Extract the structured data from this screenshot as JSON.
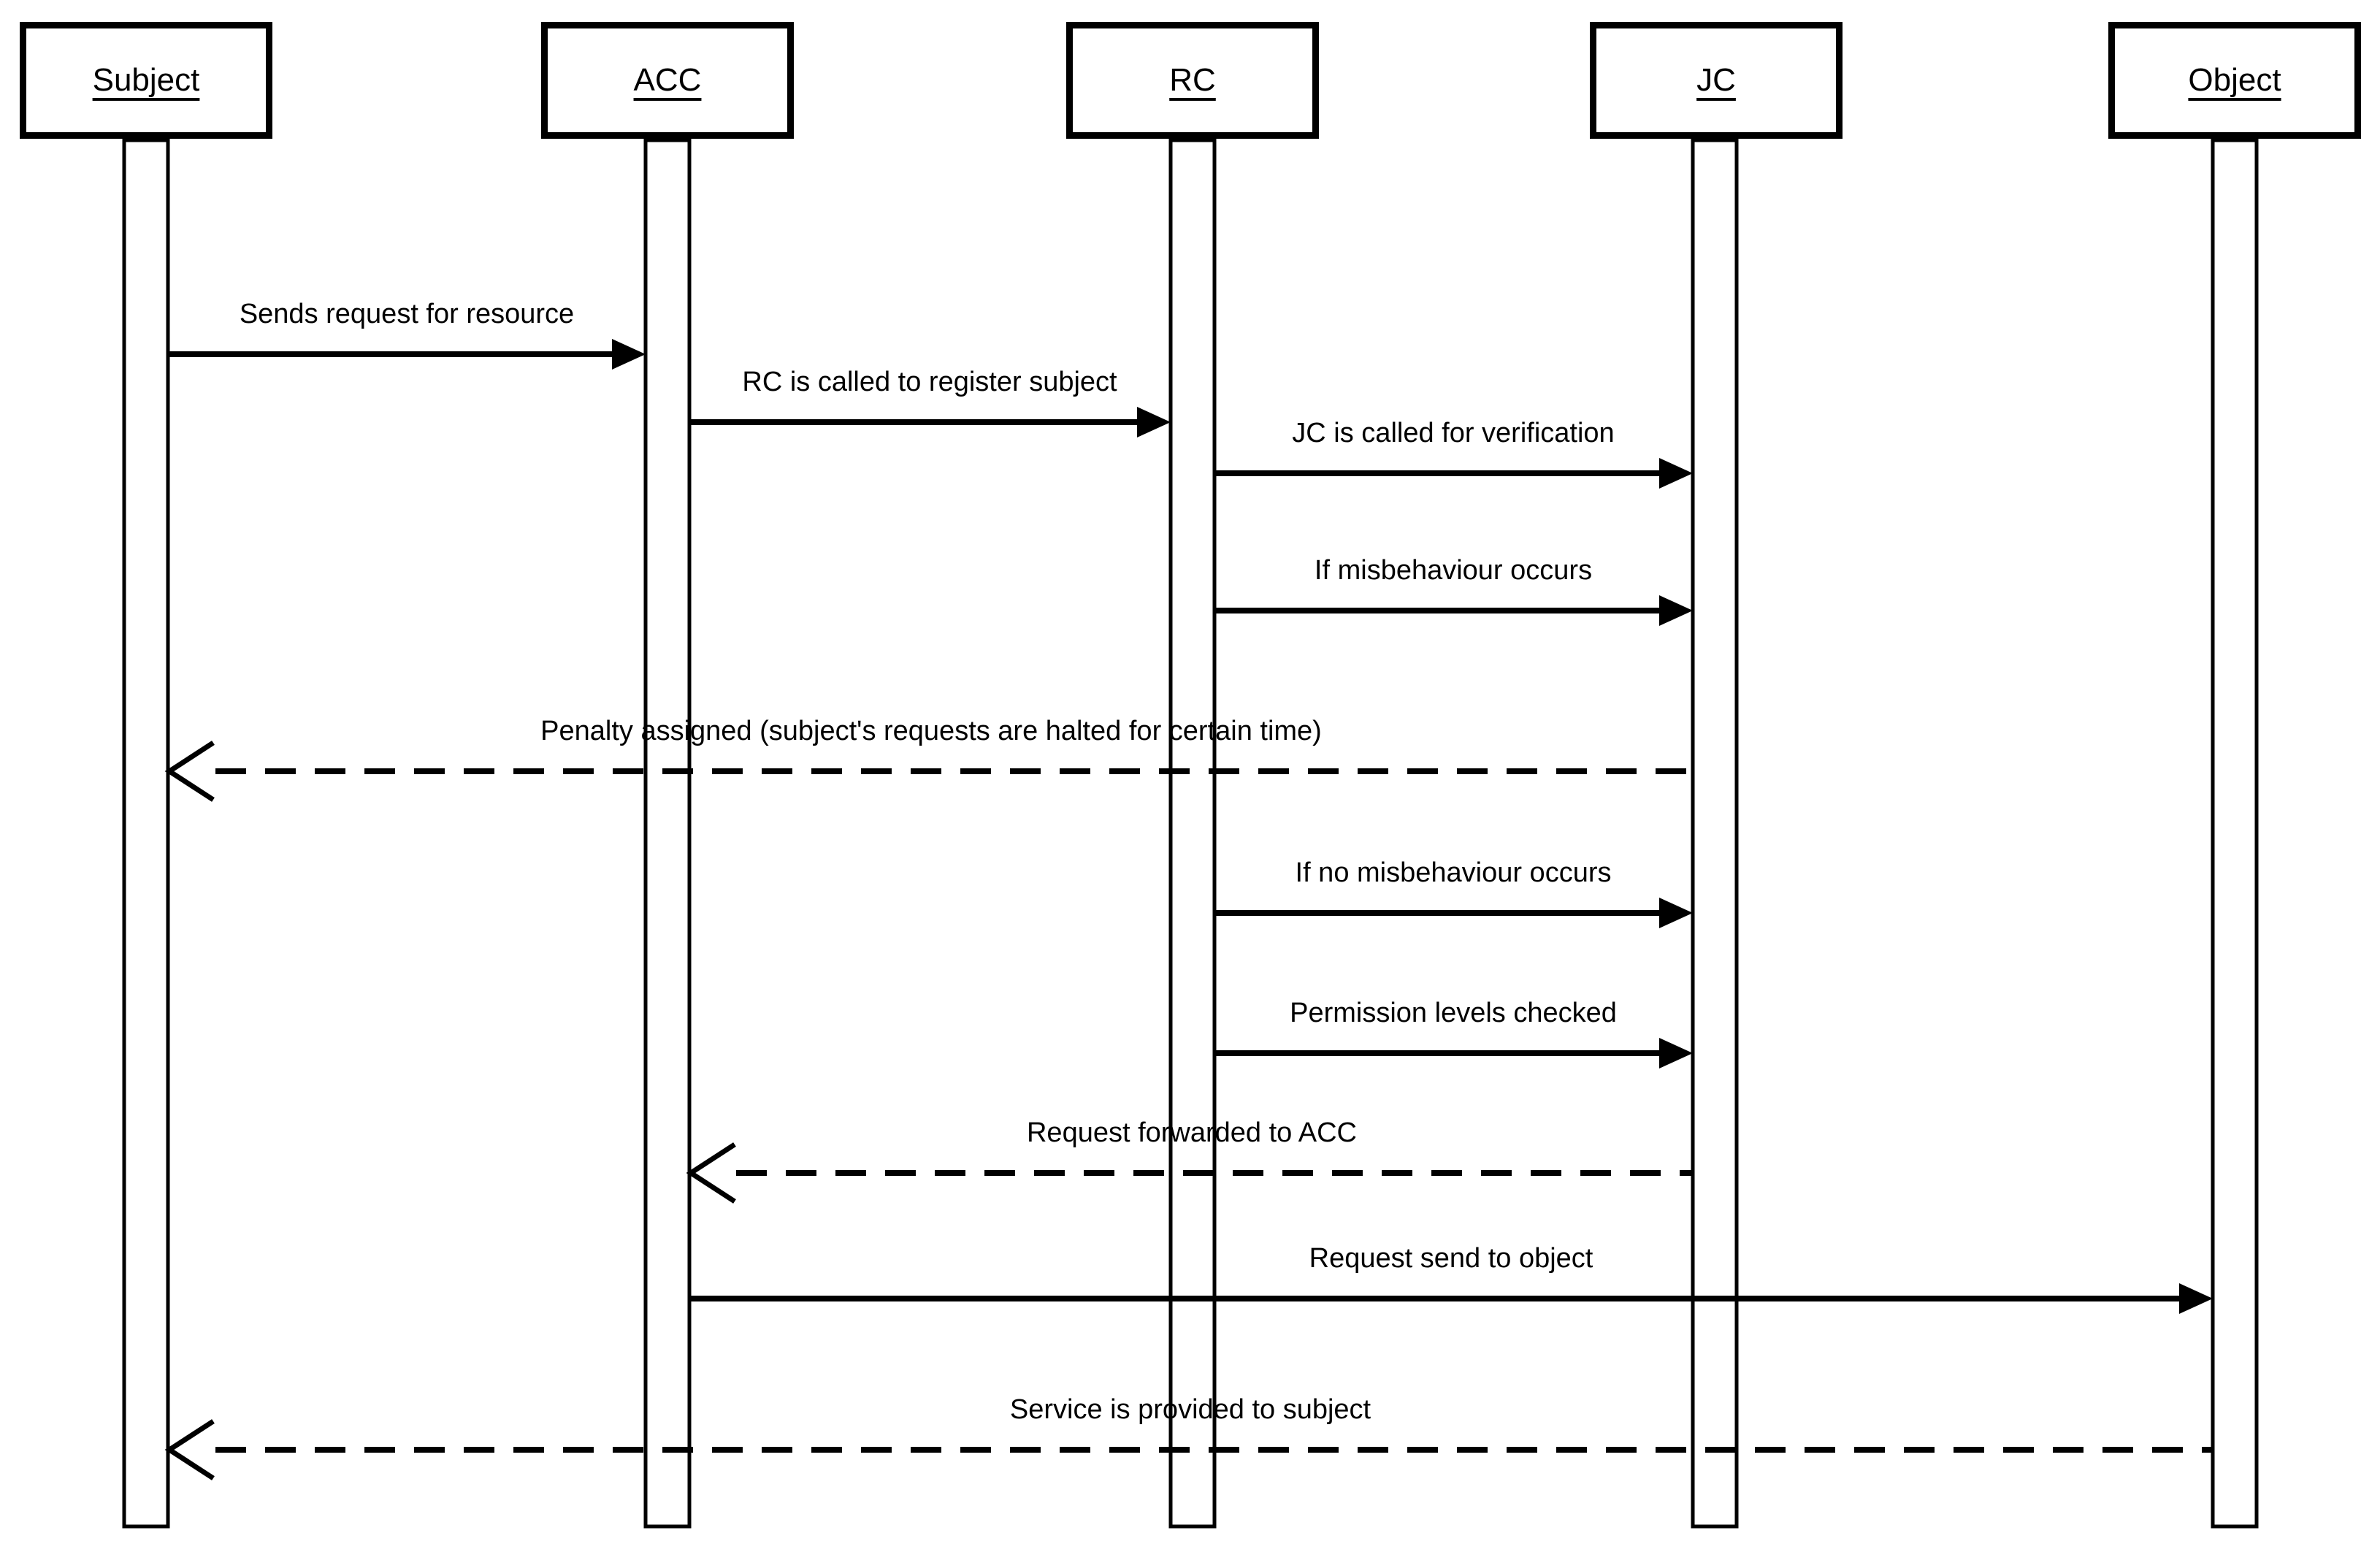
{
  "diagram": {
    "kind": "uml-sequence-diagram",
    "background_color": "#ffffff",
    "stroke_color": "#000000"
  },
  "participants": [
    {
      "name": "Subject"
    },
    {
      "name": "ACC"
    },
    {
      "name": "RC"
    },
    {
      "name": "JC"
    },
    {
      "name": "Object"
    }
  ],
  "messages": [
    {
      "label": "Sends request for resource",
      "from": "Subject",
      "to": "ACC",
      "style": "solid"
    },
    {
      "label": "RC is called to register subject",
      "from": "ACC",
      "to": "RC",
      "style": "solid"
    },
    {
      "label": "JC is called for verification",
      "from": "RC",
      "to": "JC",
      "style": "solid"
    },
    {
      "label": "If misbehaviour occurs",
      "from": "RC",
      "to": "JC",
      "style": "solid"
    },
    {
      "label": "Penalty assigned (subject's requests are halted for certain time)",
      "from": "JC",
      "to": "Subject",
      "style": "dashed"
    },
    {
      "label": "If no misbehaviour occurs",
      "from": "RC",
      "to": "JC",
      "style": "solid"
    },
    {
      "label": "Permission levels checked",
      "from": "RC",
      "to": "JC",
      "style": "solid"
    },
    {
      "label": "Request forwarded to ACC",
      "from": "JC",
      "to": "ACC",
      "style": "dashed"
    },
    {
      "label": "Request send to object",
      "from": "ACC",
      "to": "Object",
      "style": "solid"
    },
    {
      "label": "Service is provided to subject",
      "from": "Object",
      "to": "Subject",
      "style": "dashed"
    }
  ]
}
